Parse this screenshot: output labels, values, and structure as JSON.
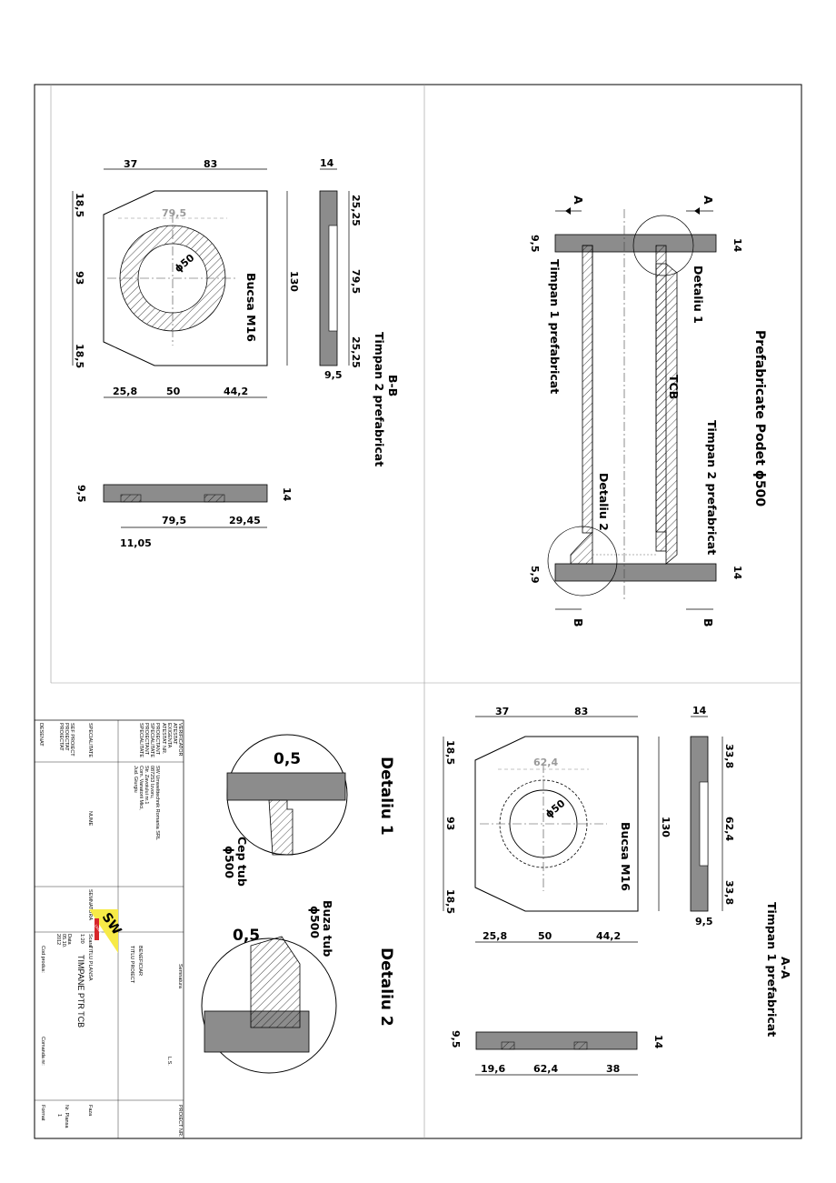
{
  "titles": {
    "main": "Prefabricate Podet ϕ500",
    "bb_letter": "B-B",
    "bb_name": "Timpan 2 prefabricat",
    "aa_letter": "A-A",
    "aa_name": "Timpan 1 prefabricat",
    "detail1": "Detaliu 1",
    "detail2": "Detaliu 2"
  },
  "labels": {
    "section_a": "A",
    "section_b": "B",
    "timpan1": "Timpan 1 prefabricat",
    "timpan2": "Timpan 2 prefabricat",
    "detail1_callout": "Detaliu 1",
    "detail2_callout": "Detaliu 2",
    "tcb": "TCB",
    "bushing": "Bucsa M16",
    "diameter": "ϕ50",
    "cep_tub": "Cep tub",
    "buza_tub": "Buza tub",
    "phi500": "ϕ500",
    "gap": "0,5"
  },
  "dims_top_left": {
    "w37": "37",
    "w83": "83",
    "h185a": "18,5",
    "h93": "93",
    "h185b": "18,5",
    "gray795": "79,5",
    "t14": "14",
    "r2525a": "25,25",
    "r795": "79,5",
    "r2525b": "25,25",
    "h130": "130",
    "t95": "9,5",
    "b258": "25,8",
    "b50": "50",
    "b442": "44,2",
    "s95": "9,5",
    "s14": "14",
    "c795": "79,5",
    "c2945": "29,45",
    "c1105": "11,05"
  },
  "dims_pipe": {
    "t95": "9,5",
    "t14a": "14",
    "t59": "5,9",
    "t14b": "14"
  },
  "dims_bottom_right": {
    "w37": "37",
    "w83": "83",
    "h185a": "18,5",
    "h93": "93",
    "h185b": "18,5",
    "gray624": "62,4",
    "t14": "14",
    "r338a": "33,8",
    "r624": "62,4",
    "r338b": "33,8",
    "h130": "130",
    "t95": "9,5",
    "b258": "25,8",
    "b50": "50",
    "b442": "44,2",
    "s95": "9,5",
    "s14": "14",
    "c196": "19,6",
    "c624": "62,4",
    "c38": "38"
  },
  "title_block": {
    "verificator": "VERIFICATOR",
    "atestat": "ATESTAT",
    "exigenta": "EXIGENTA",
    "atestat_nr": "ATESTAT NR.",
    "proiectant": "PROIECTANT",
    "specialitate1": "SPECIALITATE",
    "proiectant2": "PROIECTANT",
    "specialitate2": "SPECIALITATE",
    "specialitate": "SPECIALITATE",
    "sef_proiect": "SEF PROIECT",
    "proiectat": "PROIECTAT",
    "proiectat2": "PROIECTAT",
    "desenat": "DESENAT",
    "company": "SW Umwelttechnik Romania SRL",
    "company_l2": "087253 Izvoru,",
    "company_l3": "Str. Zavoiului nr.1",
    "company_l4": "Com. Vanatorii Mici,",
    "company_l5": "Jud. Giurgiu",
    "nume": "NUME",
    "semnatura": "SEMNATURA",
    "semnatura2": "Semnatura",
    "scara_lbl": "Scara",
    "scara": "1:20",
    "data_lbl": "Data",
    "data_l1": "05.10.",
    "data_l2": "2012",
    "beneficiar": "BENEFICIAR",
    "titlu_proiect": "TITLU PROIECT",
    "titlu_plansa": "TITLU PLANSA",
    "sheet_title": "TIMPANE PTR TCB",
    "cod_produs": "Cod produs:",
    "comanda": "Comanda nr:",
    "ls": "L.S.",
    "proiect_nr": "PROIECT NR.",
    "faza": "Faza",
    "nr_plansa": "Nr. Plansa",
    "nr_plansa_val": "1",
    "format": "Format",
    "logo": "SW",
    "logo_sub": "Umwelttechnik"
  },
  "colors": {
    "concrete": "#8c8c8c",
    "logo_yellow": "#f7ea47",
    "logo_red": "#d7262b"
  }
}
